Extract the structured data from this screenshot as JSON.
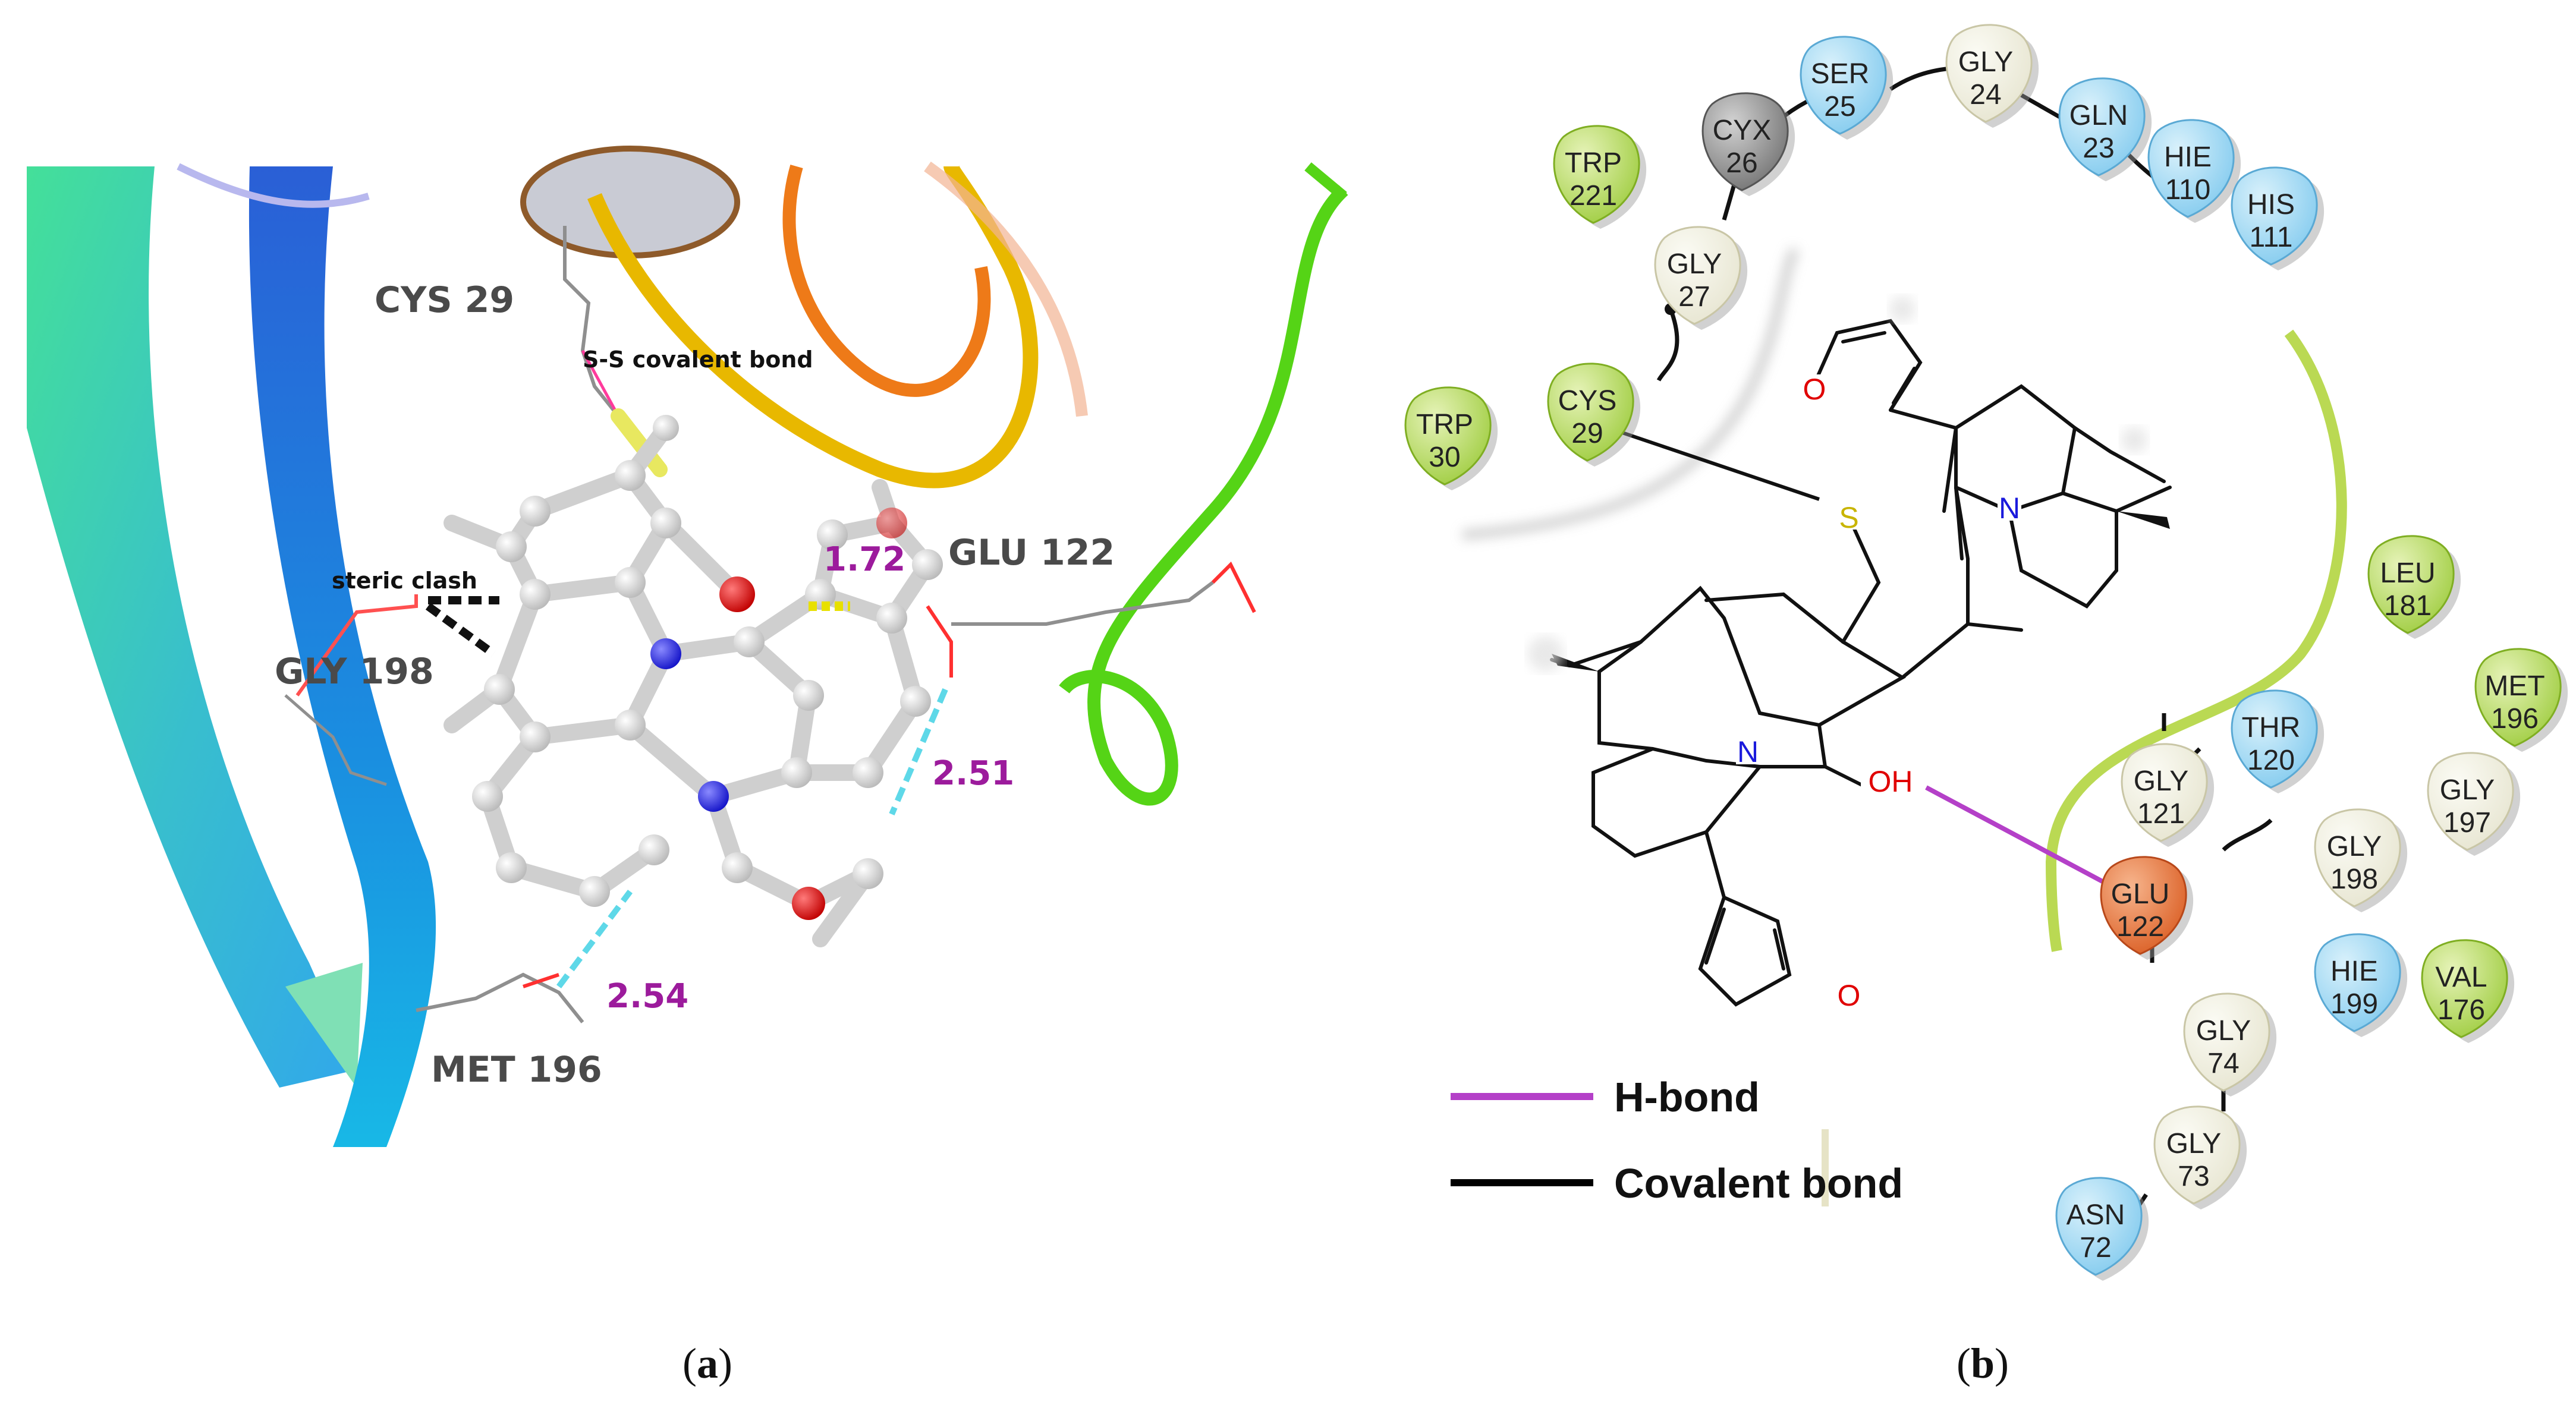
{
  "panel_a": {
    "labels": {
      "cys29": "CYS  29",
      "ss_bond": "S-S covalent bond",
      "glu122": "GLU  122",
      "steric": "steric clash",
      "gly198": "GLY  198",
      "met196": "MET  196"
    },
    "distances": {
      "d1": "1.72",
      "d2": "2.51",
      "d3": "2.54"
    },
    "caption": {
      "open": "(",
      "letter": "a",
      "close": ")"
    }
  },
  "panel_b": {
    "residues": [
      {
        "name": "SER",
        "num": "25",
        "type": "polar"
      },
      {
        "name": "GLY",
        "num": "24",
        "type": "glycine"
      },
      {
        "name": "CYX",
        "num": "26",
        "type": "cyx"
      },
      {
        "name": "GLN",
        "num": "23",
        "type": "polar"
      },
      {
        "name": "HIE",
        "num": "110",
        "type": "polar"
      },
      {
        "name": "TRP",
        "num": "221",
        "type": "hydrophobic"
      },
      {
        "name": "HIS",
        "num": "111",
        "type": "polar"
      },
      {
        "name": "GLY",
        "num": "27",
        "type": "glycine"
      },
      {
        "name": "TRP",
        "num": "30",
        "type": "hydrophobic"
      },
      {
        "name": "CYS",
        "num": "29",
        "type": "hydrophobic"
      },
      {
        "name": "LEU",
        "num": "181",
        "type": "hydrophobic"
      },
      {
        "name": "MET",
        "num": "196",
        "type": "hydrophobic"
      },
      {
        "name": "THR",
        "num": "120",
        "type": "polar"
      },
      {
        "name": "GLY",
        "num": "121",
        "type": "glycine"
      },
      {
        "name": "GLY",
        "num": "197",
        "type": "glycine"
      },
      {
        "name": "GLY",
        "num": "198",
        "type": "glycine"
      },
      {
        "name": "GLU",
        "num": "122",
        "type": "negative"
      },
      {
        "name": "HIE",
        "num": "199",
        "type": "polar"
      },
      {
        "name": "VAL",
        "num": "176",
        "type": "hydrophobic"
      },
      {
        "name": "GLY",
        "num": "74",
        "type": "glycine"
      },
      {
        "name": "GLY",
        "num": "73",
        "type": "glycine"
      },
      {
        "name": "ASN",
        "num": "72",
        "type": "polar"
      }
    ],
    "atoms": {
      "o1": "O",
      "n1": "N",
      "s1": "S",
      "n2": "N",
      "oh": "OH",
      "o2": "O"
    },
    "legend": {
      "hbond": "H-bond",
      "covalent": "Covalent bond"
    },
    "colors": {
      "hbond": "#b440c8",
      "covalent": "#000000",
      "polar": "#8fd0ef",
      "hydrophobic": "#a9d24a",
      "glycine": "#f1f0e2",
      "negative": "#e36f35",
      "cyx": "#8a8a8a"
    },
    "caption": {
      "open": "(",
      "letter": "b",
      "close": ")"
    }
  }
}
